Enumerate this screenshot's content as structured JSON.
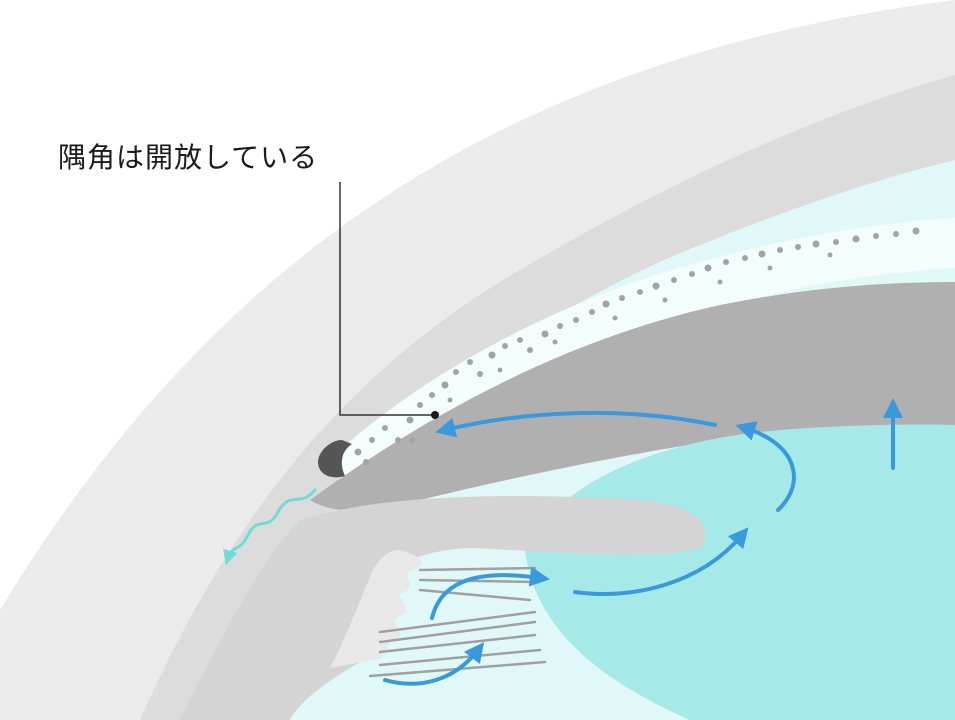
{
  "annotation": {
    "text": "隅角は開放している"
  },
  "colors": {
    "cornea_outer": "#ebebeb",
    "cornea_inner": "#dcdcdc",
    "aqueous": "#e1f8f8",
    "lens": "#a6e9e9",
    "iris": "#b0b0b0",
    "ciliary_body": "#d4d4d4",
    "flow_arrow": "#3a98dc",
    "outflow_arrow": "#6fdcd6",
    "cells": "#a3a3a3",
    "schlemm_canal": "#555555",
    "leader_line": "#333333"
  },
  "icons": [
    "flow-arrow",
    "wavy-outflow-arrow",
    "upward-arrow"
  ]
}
